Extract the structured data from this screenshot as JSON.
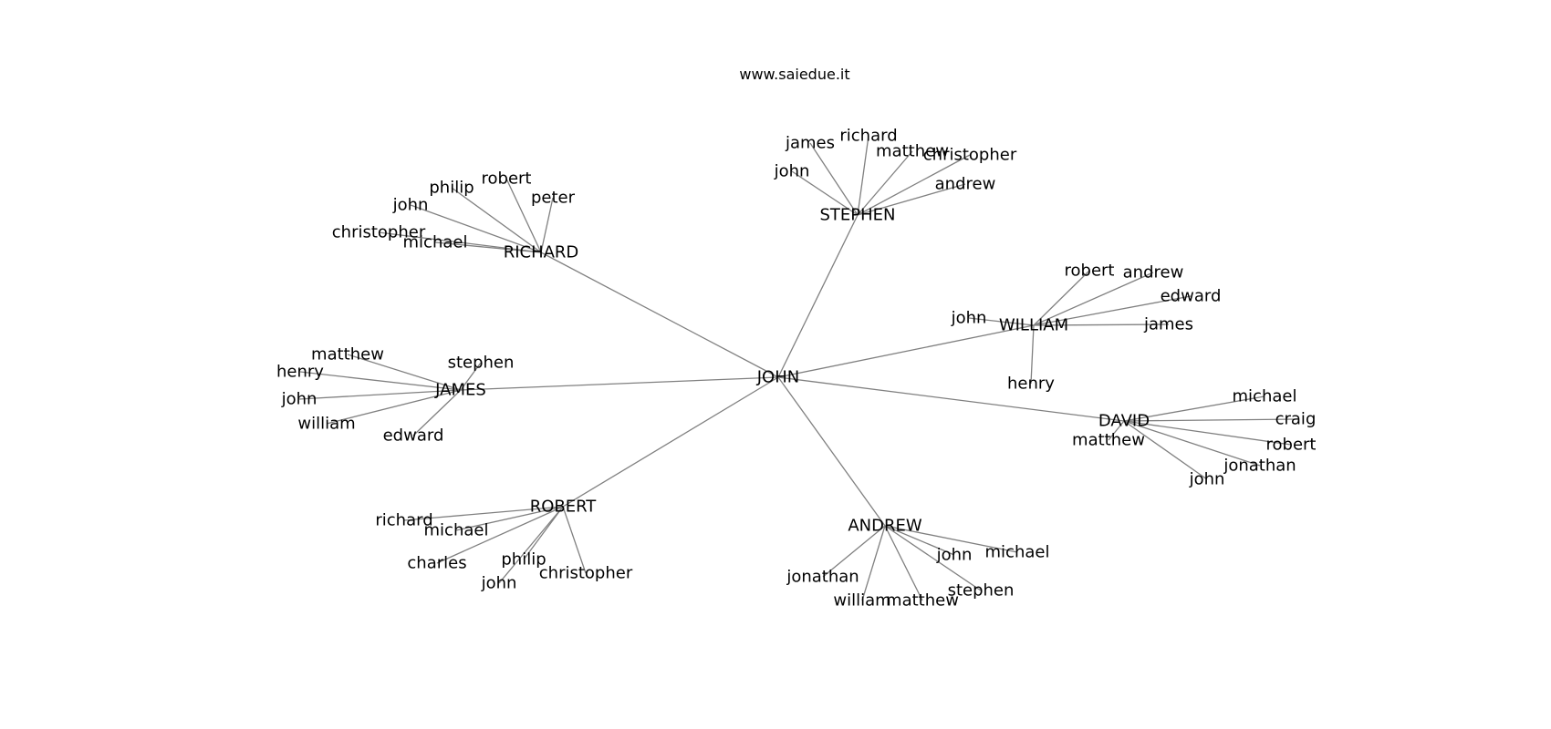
{
  "title": "www.saiedue.it",
  "root": "JOHN",
  "groups": [
    {
      "name": "STEPHEN",
      "children": [
        "james",
        "richard",
        "matthew",
        "christopher",
        "john",
        "andrew"
      ]
    },
    {
      "name": "RICHARD",
      "children": [
        "philip",
        "robert",
        "peter",
        "john",
        "christopher",
        "michael"
      ]
    },
    {
      "name": "WILLIAM",
      "children": [
        "robert",
        "andrew",
        "edward",
        "john",
        "james",
        "henry"
      ]
    },
    {
      "name": "JAMES",
      "children": [
        "matthew",
        "stephen",
        "henry",
        "john",
        "william",
        "edward"
      ]
    },
    {
      "name": "DAVID",
      "children": [
        "michael",
        "craig",
        "robert",
        "matthew",
        "jonathan",
        "john"
      ]
    },
    {
      "name": "ROBERT",
      "children": [
        "richard",
        "michael",
        "charles",
        "philip",
        "christopher",
        "john"
      ]
    },
    {
      "name": "ANDREW",
      "children": [
        "michael",
        "john",
        "jonathan",
        "william",
        "matthew",
        "stephen"
      ]
    }
  ]
}
